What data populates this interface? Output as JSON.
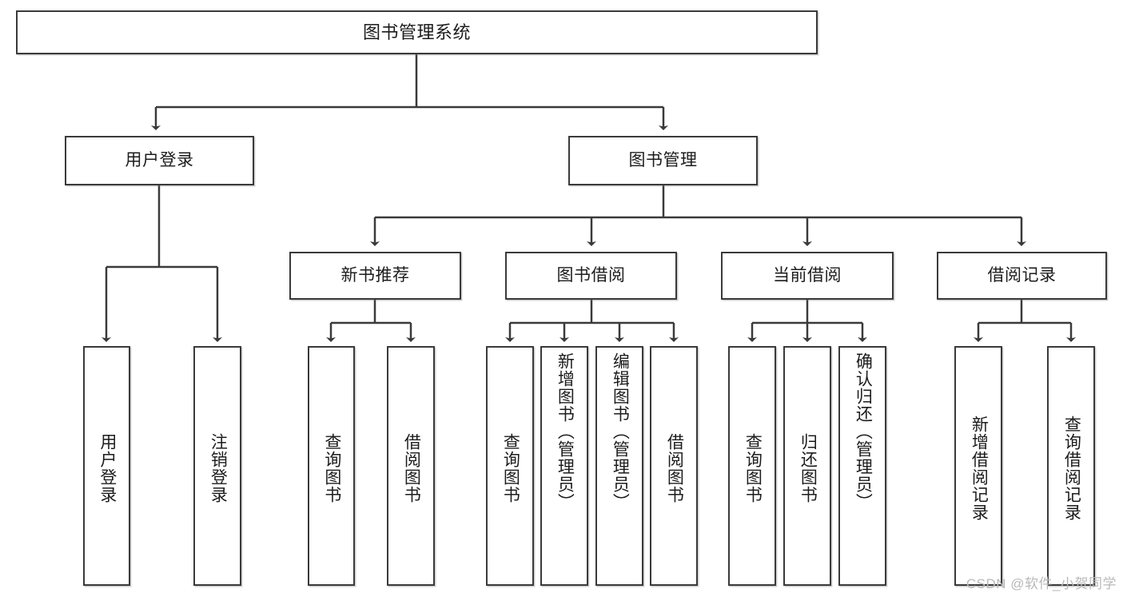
{
  "diagram": {
    "type": "tree-hierarchy",
    "title": "图书管理系统",
    "watermark": "CSDN @软件_小贺同学",
    "colors": {
      "stroke": "#3a3a3a",
      "fill": "#ffffff",
      "text": "#1c1c1c",
      "watermark": "#b9b9b9"
    },
    "nodes": {
      "root": {
        "label": "图书管理系统"
      },
      "level2": [
        {
          "id": "user-login",
          "label": "用户登录"
        },
        {
          "id": "book-manage",
          "label": "图书管理"
        }
      ],
      "level3": [
        {
          "id": "new-book-recommend",
          "label": "新书推荐"
        },
        {
          "id": "book-borrow",
          "label": "图书借阅"
        },
        {
          "id": "current-borrow",
          "label": "当前借阅"
        },
        {
          "id": "borrow-record",
          "label": "借阅记录"
        }
      ],
      "leaves": {
        "user-login": [
          {
            "id": "leaf-user-login",
            "label": "用户登录"
          },
          {
            "id": "leaf-logout-login",
            "label": "注销登录"
          }
        ],
        "new-book-recommend": [
          {
            "id": "leaf-query-book-1",
            "label": "查询图书"
          },
          {
            "id": "leaf-borrow-book-1",
            "label": "借阅图书"
          }
        ],
        "book-borrow": [
          {
            "id": "leaf-query-book-2",
            "label": "查询图书"
          },
          {
            "id": "leaf-add-book",
            "label": "新增图书（管理员）"
          },
          {
            "id": "leaf-edit-book",
            "label": "编辑图书（管理员）"
          },
          {
            "id": "leaf-borrow-book-2",
            "label": "借阅图书"
          }
        ],
        "current-borrow": [
          {
            "id": "leaf-query-book-3",
            "label": "查询图书"
          },
          {
            "id": "leaf-return-book",
            "label": "归还图书"
          },
          {
            "id": "leaf-confirm-return",
            "label": "确认归还（管理员）"
          }
        ],
        "borrow-record": [
          {
            "id": "leaf-add-record",
            "label": "新增借阅记录"
          },
          {
            "id": "leaf-query-record",
            "label": "查询借阅记录"
          }
        ]
      }
    }
  }
}
